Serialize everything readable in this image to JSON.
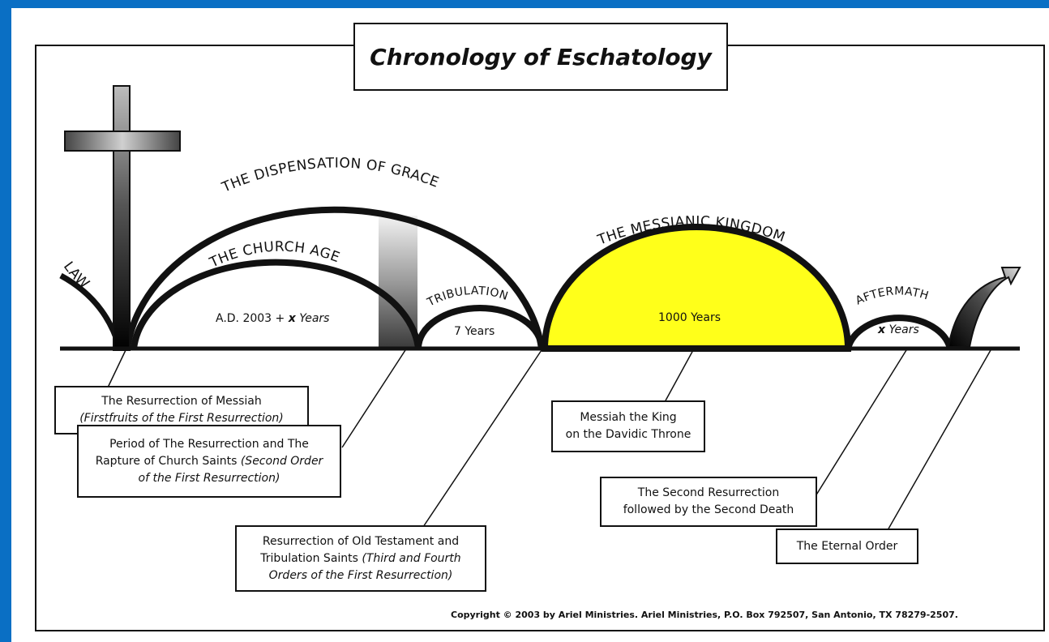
{
  "title": "Chronology of Eschatology",
  "arc_labels": {
    "law": "LAW",
    "grace": "THE DISPENSATION OF GRACE",
    "church_age": "THE CHURCH AGE",
    "tribulation": "TRIBULATION",
    "kingdom": "THE MESSIANIC KINGDOM",
    "aftermath": "AFTERMATH"
  },
  "durations": {
    "church_prefix": "A.D. 2003 + ",
    "church_x": "x",
    "church_suffix": " Years",
    "tribulation": "7 Years",
    "kingdom": "1000 Years",
    "aftermath_x": "x",
    "aftermath_suffix": " Years"
  },
  "boxes": {
    "resurrection_messiah": {
      "line1": "The Resurrection of Messiah",
      "line2": "(Firstfruits of the First Resurrection)"
    },
    "rapture": {
      "line1": "Period of The Resurrection and The",
      "line2a": "Rapture of Church Saints ",
      "line2b": "(Second Order",
      "line3": "of the First Resurrection)"
    },
    "ot_saints": {
      "line1": "Resurrection of Old Testament and",
      "line2a": "Tribulation Saints ",
      "line2b": "(Third and Fourth",
      "line3": "Orders of the First Resurrection)"
    },
    "messiah_king": {
      "line1": "Messiah the King",
      "line2": "on the Davidic Throne"
    },
    "second_resurrection": {
      "line1": "The Second Resurrection",
      "line2": "followed by the Second Death"
    },
    "eternal_order": {
      "line1": "The Eternal Order"
    }
  },
  "copyright": "Copyright © 2003 by Ariel Ministries. Ariel Ministries, P.O. Box 792507, San Antonio, TX 78279-2507.",
  "colors": {
    "background": "#0a6fc4",
    "kingdom_fill": "#ffff1a",
    "ink": "#111111"
  }
}
